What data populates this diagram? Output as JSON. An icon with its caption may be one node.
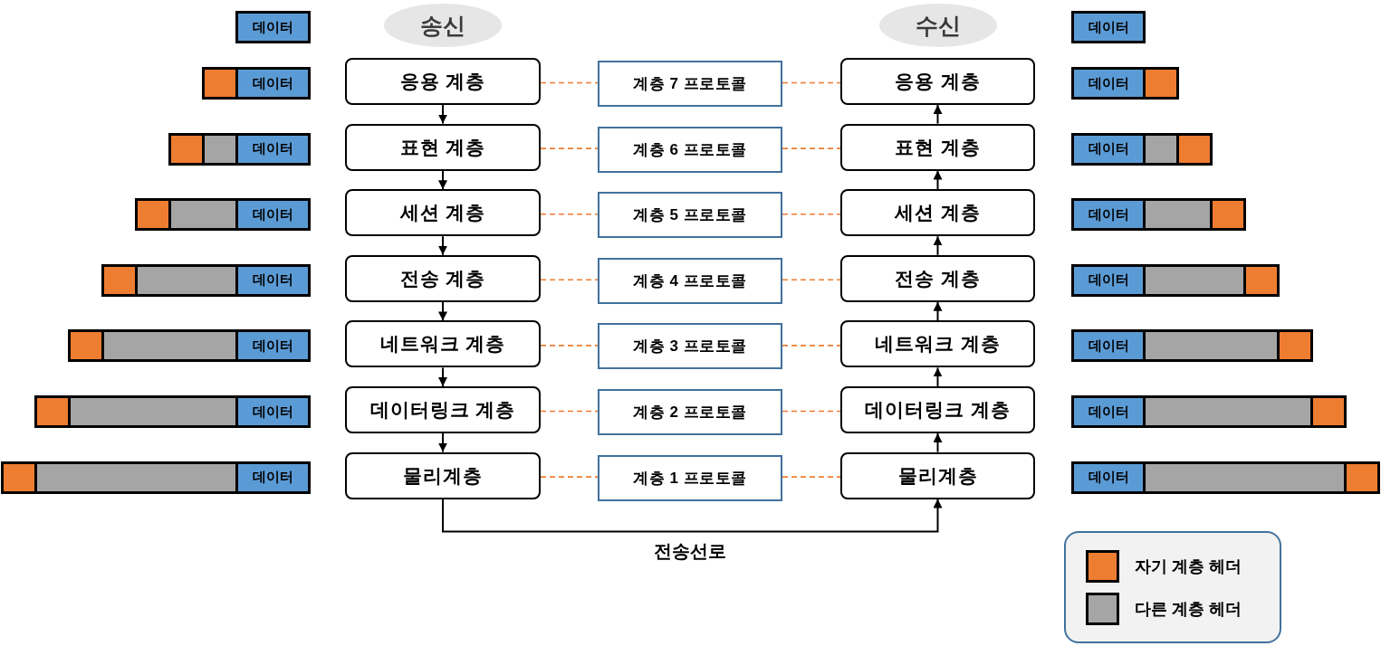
{
  "diagram": {
    "nodes": [
      {
        "text": [
          "데이터"
        ]
      },
      {
        "text": [
          "송신"
        ]
      },
      {
        "text": [
          "수신"
        ]
      },
      {
        "text": [
          "데이터"
        ]
      },
      {
        "text": [
          "데이터"
        ]
      },
      {
        "text": [
          "응용 계층"
        ]
      },
      {
        "text": [
          "계층 7 프로토콜"
        ]
      },
      {
        "text": [
          "응용 계층"
        ]
      },
      {
        "text": [
          "데이터"
        ]
      },
      {
        "text": [
          "데이터"
        ]
      },
      {
        "text": [
          "표현 계층"
        ]
      },
      {
        "text": [
          "계층 6 프로토콜"
        ]
      },
      {
        "text": [
          "표현 계층"
        ]
      },
      {
        "text": [
          "데이터"
        ]
      },
      {
        "text": [
          "데이터"
        ]
      },
      {
        "text": [
          "세션 계층"
        ]
      },
      {
        "text": [
          "계층 5 프로토콜"
        ]
      },
      {
        "text": [
          "세션 계층"
        ]
      },
      {
        "text": [
          "데이터"
        ]
      },
      {
        "text": [
          "데이터"
        ]
      },
      {
        "text": [
          "전송 계층"
        ]
      },
      {
        "text": [
          "계층 4 프로토콜"
        ]
      },
      {
        "text": [
          "전송 계층"
        ]
      },
      {
        "text": [
          "데이터"
        ]
      },
      {
        "text": [
          "데이터"
        ]
      },
      {
        "text": [
          "네트워크 계층"
        ]
      },
      {
        "text": [
          "계층 3 프로토콜"
        ]
      },
      {
        "text": [
          "네트워크 계층"
        ]
      },
      {
        "text": [
          "데이터"
        ]
      },
      {
        "text": [
          "데이터"
        ]
      },
      {
        "text": [
          "데이터링크 계층"
        ]
      },
      {
        "text": [
          "계층 2 프로토콜"
        ]
      },
      {
        "text": [
          "데이터링크 계층"
        ]
      },
      {
        "text": [
          "데이터"
        ]
      },
      {
        "text": [
          "데이터"
        ]
      },
      {
        "text": [
          "물리계층"
        ]
      },
      {
        "text": [
          "계층 1 프로토콜"
        ]
      },
      {
        "text": [
          "물리계층"
        ]
      },
      {
        "text": [
          "데이터"
        ]
      }
    ],
    "edges": [
      {
        "from": 5,
        "to": 10,
        "arrow": "to",
        "color": "#000000"
      },
      {
        "from": 10,
        "to": 15,
        "arrow": "to",
        "color": "#000000"
      },
      {
        "from": 15,
        "to": 20,
        "arrow": "to",
        "color": "#000000"
      },
      {
        "from": 20,
        "to": 25,
        "arrow": "to",
        "color": "#000000"
      },
      {
        "from": 25,
        "to": 30,
        "arrow": "to",
        "color": "#000000"
      },
      {
        "from": 30,
        "to": 35,
        "arrow": "to",
        "color": "#000000"
      },
      {
        "from": 35,
        "to": 37,
        "arrow": "to",
        "label": "전송선로",
        "color": "#000000"
      },
      {
        "from": 37,
        "to": 32,
        "arrow": "to",
        "color": "#000000"
      },
      {
        "from": 32,
        "to": 27,
        "arrow": "to",
        "color": "#000000"
      },
      {
        "from": 27,
        "to": 22,
        "arrow": "to",
        "color": "#000000"
      },
      {
        "from": 22,
        "to": 17,
        "arrow": "to",
        "color": "#000000"
      },
      {
        "from": 17,
        "to": 12,
        "arrow": "to",
        "color": "#000000"
      },
      {
        "from": 12,
        "to": 7,
        "arrow": "to",
        "color": "#000000"
      },
      {
        "from": 5,
        "to": 6,
        "arrow": "none",
        "style": "dashed",
        "color": "#ed7d31"
      },
      {
        "from": 6,
        "to": 7,
        "arrow": "none",
        "style": "dashed",
        "color": "#ed7d31"
      },
      {
        "from": 10,
        "to": 11,
        "arrow": "none",
        "style": "dashed",
        "color": "#ed7d31"
      },
      {
        "from": 11,
        "to": 12,
        "arrow": "none",
        "style": "dashed",
        "color": "#ed7d31"
      },
      {
        "from": 15,
        "to": 16,
        "arrow": "none",
        "style": "dashed",
        "color": "#ed7d31"
      },
      {
        "from": 16,
        "to": 17,
        "arrow": "none",
        "style": "dashed",
        "color": "#ed7d31"
      },
      {
        "from": 20,
        "to": 21,
        "arrow": "none",
        "style": "dashed",
        "color": "#ed7d31"
      },
      {
        "from": 21,
        "to": 22,
        "arrow": "none",
        "style": "dashed",
        "color": "#ed7d31"
      },
      {
        "from": 25,
        "to": 26,
        "arrow": "none",
        "style": "dashed",
        "color": "#ed7d31"
      },
      {
        "from": 26,
        "to": 27,
        "arrow": "none",
        "style": "dashed",
        "color": "#ed7d31"
      },
      {
        "from": 30,
        "to": 31,
        "arrow": "none",
        "style": "dashed",
        "color": "#ed7d31"
      },
      {
        "from": 31,
        "to": 32,
        "arrow": "none",
        "style": "dashed",
        "color": "#ed7d31"
      },
      {
        "from": 35,
        "to": 36,
        "arrow": "none",
        "style": "dashed",
        "color": "#ed7d31"
      },
      {
        "from": 36,
        "to": 37,
        "arrow": "none",
        "style": "dashed",
        "color": "#ed7d31"
      }
    ],
    "legend": [
      {
        "text": "자기 계층 헤더",
        "color": "#ed7d31"
      },
      {
        "text": "다른 계층 헤더",
        "color": "#a5a5a5"
      }
    ]
  }
}
